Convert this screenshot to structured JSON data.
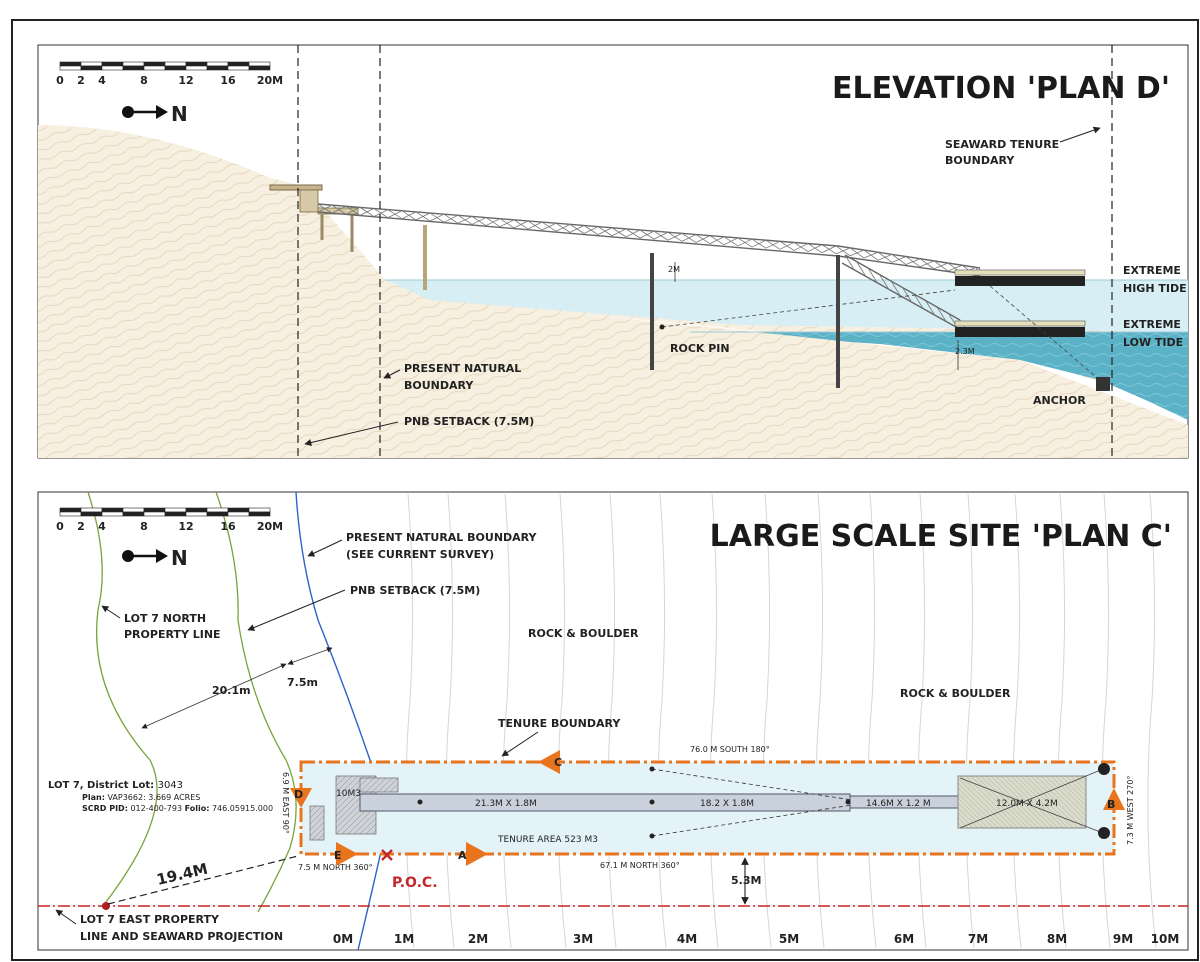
{
  "scale": {
    "ticks": [
      "0",
      "2",
      "4",
      "8",
      "12",
      "16",
      "20M"
    ]
  },
  "north": {
    "label": "N"
  },
  "elevation": {
    "title": "ELEVATION 'PLAN D'",
    "seaward_tenure_boundary": [
      "SEAWARD TENURE",
      "BOUNDARY"
    ],
    "extreme_high_tide": [
      "EXTREME",
      "HIGH TIDE"
    ],
    "extreme_low_tide": [
      "EXTREME",
      "LOW TIDE"
    ],
    "rock_pin": "ROCK PIN",
    "anchor": "ANCHOR",
    "present_natural_boundary": [
      "PRESENT NATURAL",
      "BOUNDARY"
    ],
    "pnb_setback": "PNB SETBACK (7.5M)",
    "clearance_2m": "2M",
    "depth_2_3m": "2.3M"
  },
  "site": {
    "title": "LARGE SCALE SITE 'PLAN C'",
    "present_natural_boundary": [
      "PRESENT NATURAL BOUNDARY",
      "(SEE CURRENT SURVEY)"
    ],
    "pnb_setback": "PNB SETBACK (7.5M)",
    "lot7_north": [
      "LOT 7 NORTH",
      "PROPERTY LINE"
    ],
    "rock_boulder_1": "ROCK & BOULDER",
    "rock_boulder_2": "ROCK & BOULDER",
    "dim_20_1": "20.1m",
    "dim_7_5": "7.5m",
    "tenure_boundary": "TENURE BOUNDARY",
    "south_dim": "76.0 M SOUTH 180°",
    "north_dim_a": "67.1 M NORTH 360°",
    "north_dim_e": "7.5 M NORTH 360°",
    "east_dim": "6.9 M EAST 90°",
    "west_dim": "7.3 M WEST 270°",
    "tenure_area": "TENURE AREA 523 M3",
    "seg1": "21.3M X 1.8M",
    "seg2": "18.2 X 1.8M",
    "seg3": "14.6M X 1.2 M",
    "float": "12.0M X 4.2M",
    "deck": "10M3",
    "pt_a": "A",
    "pt_b": "B",
    "pt_c": "C",
    "pt_d": "D",
    "pt_e": "E",
    "poc": "P.O.C.",
    "dim_5_3": "5.3M",
    "dim_19_4": "19.4M",
    "lot_info": {
      "lot": "LOT 7",
      "district_label": ", District Lot:",
      "district": "3043",
      "plan_label": "Plan:",
      "plan": "VAP3662: 3.669 ACRES",
      "pid_label": "SCRD PID:",
      "pid": "012-400-793",
      "folio_label": "Folio:",
      "folio": "746.05915.000"
    },
    "lot7_east": [
      "LOT 7 EAST PROPERTY",
      "LINE AND SEAWARD PROJECTION"
    ],
    "axis": [
      "0M",
      "1M",
      "2M",
      "3M",
      "4M",
      "5M",
      "6M",
      "7M",
      "8M",
      "9M",
      "10M"
    ]
  },
  "colors": {
    "tenure": "#e8741e",
    "water_light": "#d6eef4",
    "water_deep": "#5bb2c6",
    "sand": "#f7efe0",
    "lot_line": "#cc2222",
    "green": "#7aa33a",
    "blue": "#2f62c9"
  }
}
